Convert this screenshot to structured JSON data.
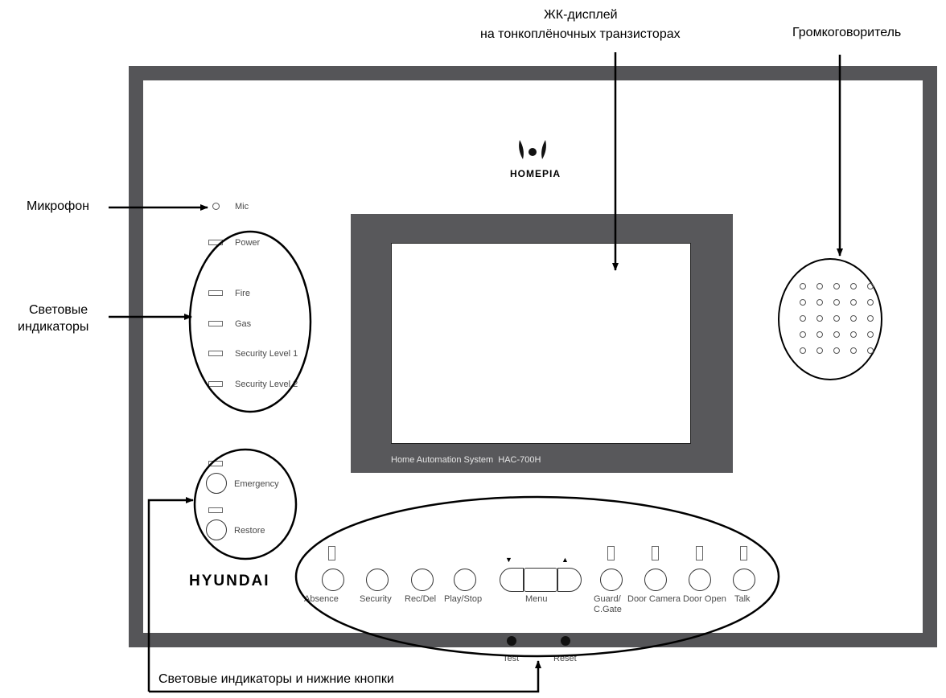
{
  "annotations": {
    "tft_line1": "ЖК-дисплей",
    "tft_line2": "на тонкоплёночных транзисторах",
    "speaker": "Громкоговоритель",
    "mic": "Микрофон",
    "leds_line1": "Световые",
    "leds_line2": "индикаторы",
    "bottom": "Световые индикаторы и нижние кнопки"
  },
  "brand": {
    "top_logo": "HOMEPIA",
    "bottom_logo": "HYUNDAI"
  },
  "display": {
    "model_text": "Home Automation System  HAC-700H"
  },
  "panel_labels": {
    "mic": "Mic",
    "power": "Power",
    "fire": "Fire",
    "gas": "Gas",
    "security1": "Security Level 1",
    "security2": "Security Level 2",
    "emergency": "Emergency",
    "restore": "Restore"
  },
  "buttons": {
    "absence": "Absence",
    "security": "Security",
    "recdel": "Rec/Del",
    "playstop": "Play/Stop",
    "menu": "Menu",
    "guard_line1": "Guard/",
    "guard_line2": "C.Gate",
    "door_camera": "Door Camera",
    "door_open": "Door Open",
    "talk": "Talk",
    "test": "Test",
    "reset": "Reset"
  }
}
